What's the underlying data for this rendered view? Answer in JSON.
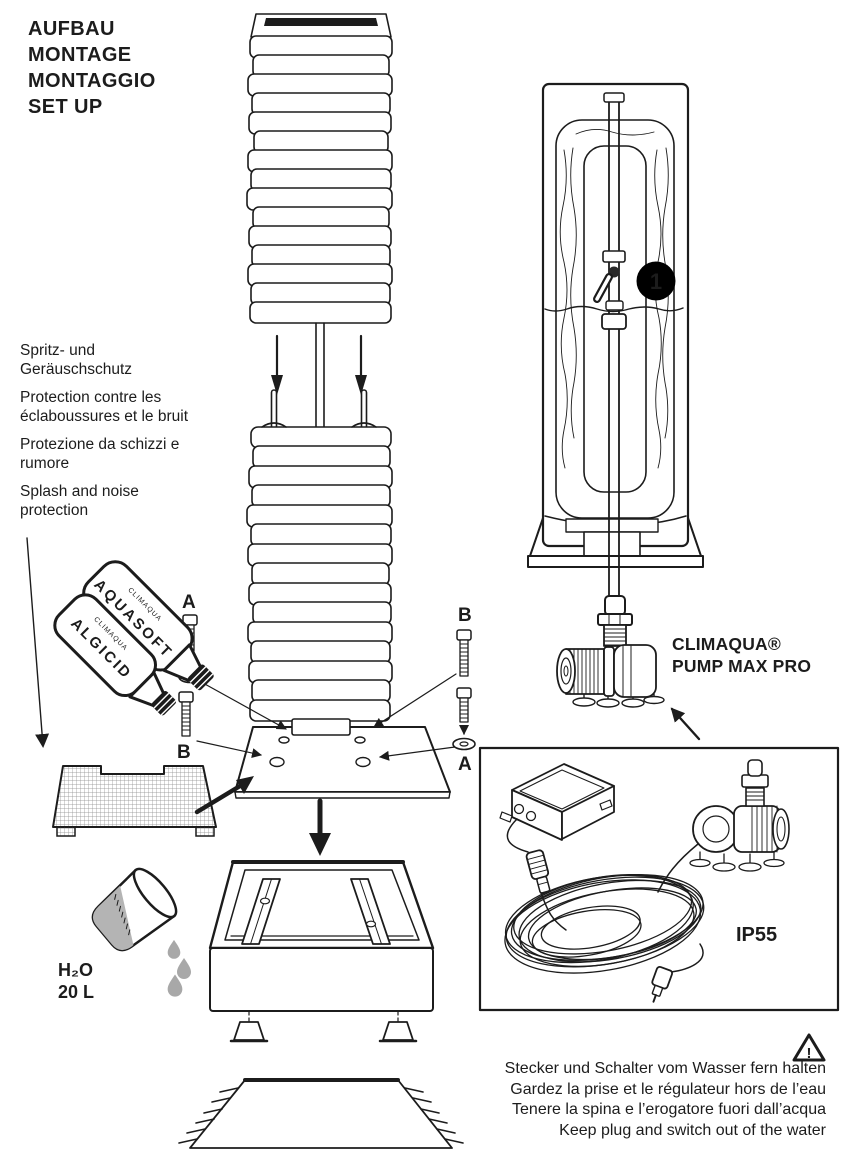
{
  "heading": {
    "lines": [
      "AUFBAU",
      "MONTAGE",
      "MONTAGGIO",
      "SET UP"
    ]
  },
  "splash_note": {
    "de": "Spritz- und Geräuschschutz",
    "fr": "Protection contre les éclaboussures et le bruit",
    "it": "Protezione da schizzi e rumore",
    "en": "Splash and noise protection"
  },
  "fasteners": {
    "a": "A",
    "b": "B"
  },
  "step_badge": "1",
  "bottles": {
    "brand": "CLIMAQUA",
    "aquasoft": "AQUASOFT",
    "algicid": "ALGICID"
  },
  "water": {
    "formula": "H₂O",
    "volume": "20 L"
  },
  "pump_label": {
    "line1": "CLIMAQUA®",
    "line2": "PUMP MAX PRO"
  },
  "ip_rating": "IP55",
  "warning": {
    "symbol": "!",
    "de": "Stecker und Schalter vom Wasser fern halten",
    "fr": "Gardez la prise et le régulateur hors de l’eau",
    "it": "Tenere la spina e l’erogatore fuori dall’acqua",
    "en": "Keep plug and switch out of the water"
  },
  "colors": {
    "ink": "#1c1c1c",
    "badge": "#000000",
    "water_gray": "#a8a8a8"
  }
}
